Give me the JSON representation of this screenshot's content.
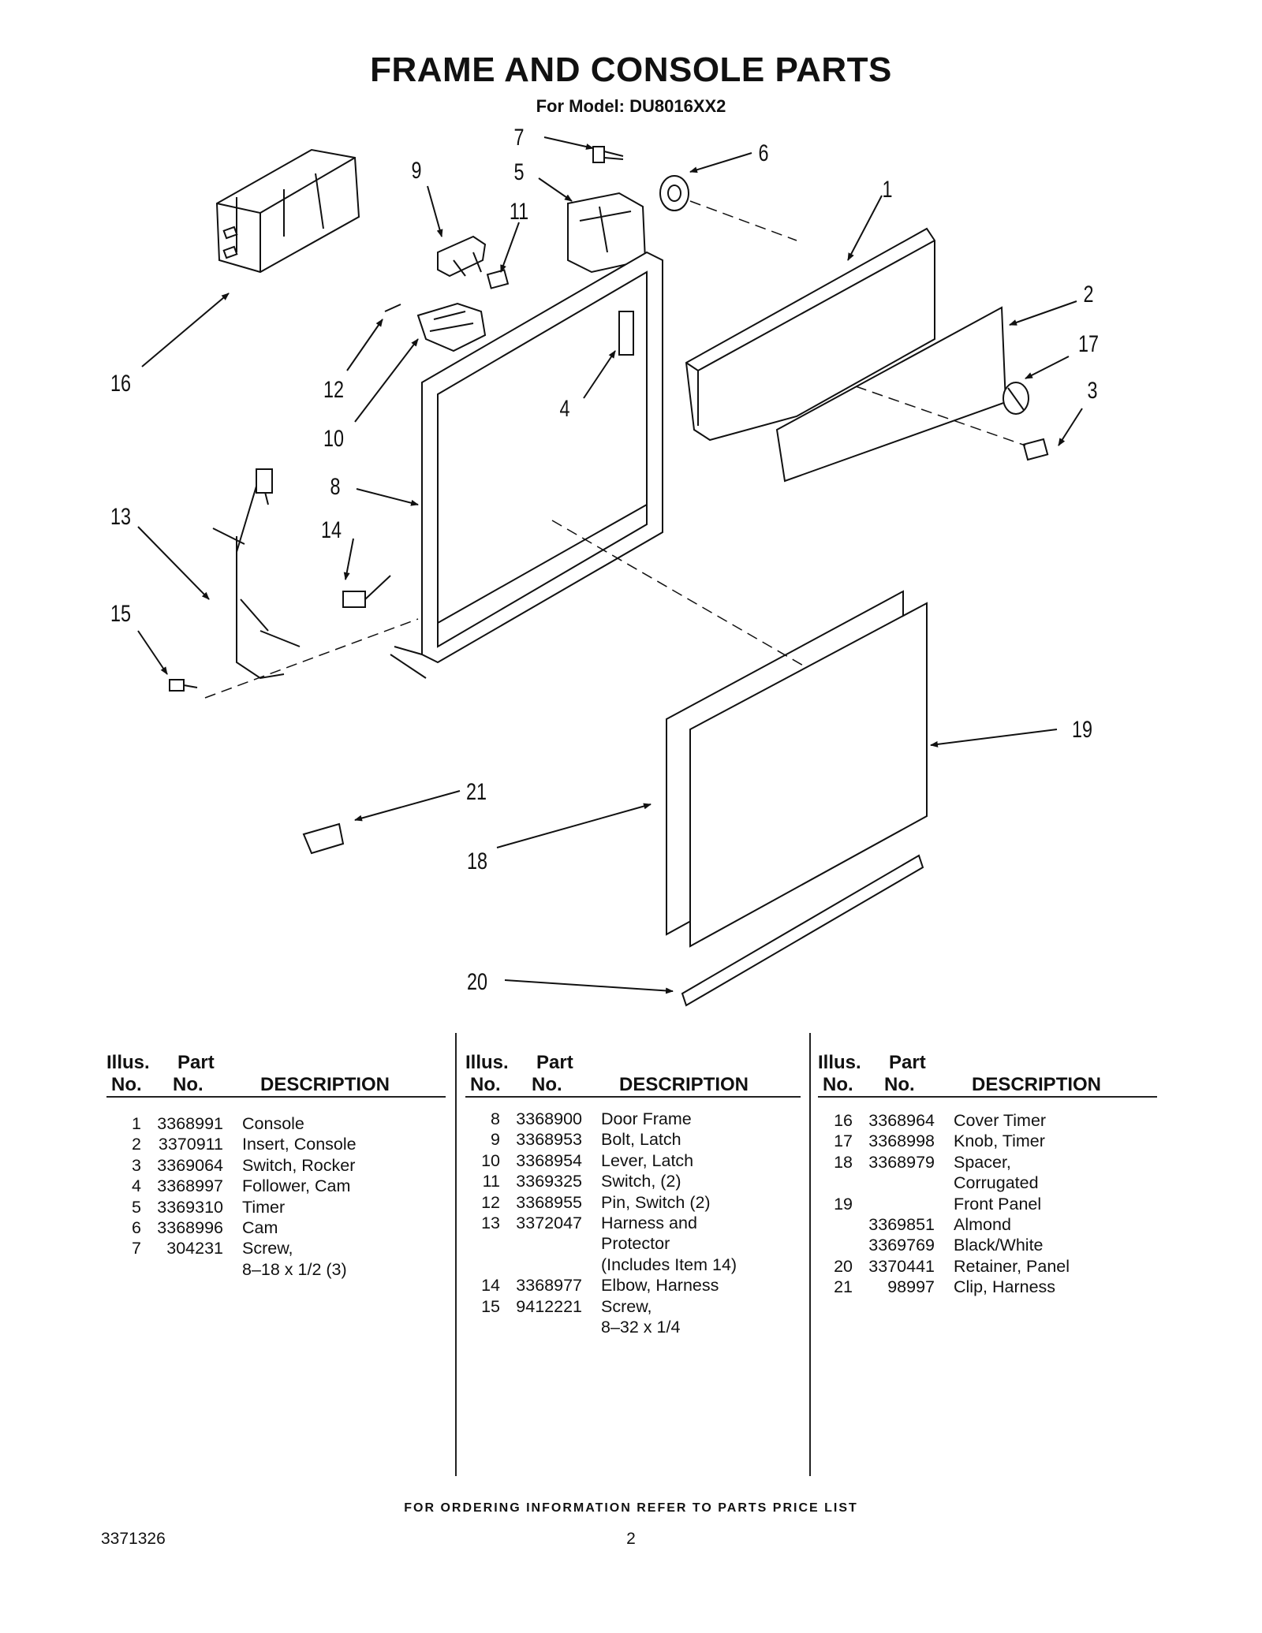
{
  "title": "FRAME AND CONSOLE PARTS",
  "subtitle": "For Model: DU8016XX2",
  "diagram": {
    "callouts": [
      "1",
      "2",
      "3",
      "4",
      "5",
      "6",
      "7",
      "8",
      "9",
      "10",
      "11",
      "12",
      "13",
      "14",
      "15",
      "16",
      "17",
      "18",
      "19",
      "20",
      "21"
    ]
  },
  "table": {
    "headers": {
      "illus_line1": "Illus.",
      "illus_line2": "No.",
      "part_line1": "Part",
      "part_line2": "No.",
      "description": "DESCRIPTION"
    },
    "columns": [
      {
        "rows": [
          {
            "illus": "1",
            "part": "3368991",
            "desc": "Console"
          },
          {
            "illus": "2",
            "part": "3370911",
            "desc": "Insert, Console"
          },
          {
            "illus": "3",
            "part": "3369064",
            "desc": "Switch, Rocker"
          },
          {
            "illus": "4",
            "part": "3368997",
            "desc": "Follower, Cam"
          },
          {
            "illus": "5",
            "part": "3369310",
            "desc": "Timer"
          },
          {
            "illus": "6",
            "part": "3368996",
            "desc": "Cam"
          },
          {
            "illus": "7",
            "part": "304231",
            "desc": "Screw,"
          },
          {
            "illus": "",
            "part": "",
            "desc": "8–18 x 1/2 (3)"
          }
        ]
      },
      {
        "rows": [
          {
            "illus": "8",
            "part": "3368900",
            "desc": "Door Frame"
          },
          {
            "illus": "9",
            "part": "3368953",
            "desc": "Bolt, Latch"
          },
          {
            "illus": "10",
            "part": "3368954",
            "desc": "Lever, Latch"
          },
          {
            "illus": "11",
            "part": "3369325",
            "desc": "Switch, (2)"
          },
          {
            "illus": "12",
            "part": "3368955",
            "desc": "Pin, Switch (2)"
          },
          {
            "illus": "13",
            "part": "3372047",
            "desc": "Harness and"
          },
          {
            "illus": "",
            "part": "",
            "desc": "Protector"
          },
          {
            "illus": "",
            "part": "",
            "desc": "(Includes Item 14)"
          },
          {
            "illus": "14",
            "part": "3368977",
            "desc": "Elbow, Harness"
          },
          {
            "illus": "15",
            "part": "9412221",
            "desc": "Screw,"
          },
          {
            "illus": "",
            "part": "",
            "desc": "8–32 x 1/4"
          }
        ]
      },
      {
        "rows": [
          {
            "illus": "16",
            "part": "3368964",
            "desc": "Cover Timer"
          },
          {
            "illus": "17",
            "part": "3368998",
            "desc": "Knob, Timer"
          },
          {
            "illus": "18",
            "part": "3368979",
            "desc": "Spacer,"
          },
          {
            "illus": "",
            "part": "",
            "desc": "Corrugated"
          },
          {
            "illus": "19",
            "part": "",
            "desc": "Front Panel"
          },
          {
            "illus": "",
            "part": "3369851",
            "desc": "Almond"
          },
          {
            "illus": "",
            "part": "3369769",
            "desc": "Black/White"
          },
          {
            "illus": "20",
            "part": "3370441",
            "desc": "Retainer, Panel"
          },
          {
            "illus": "21",
            "part": "98997",
            "desc": "Clip, Harness"
          }
        ]
      }
    ]
  },
  "footer": "FOR ORDERING INFORMATION REFER TO PARTS PRICE LIST",
  "doc_number": "3371326",
  "page_number": "2"
}
